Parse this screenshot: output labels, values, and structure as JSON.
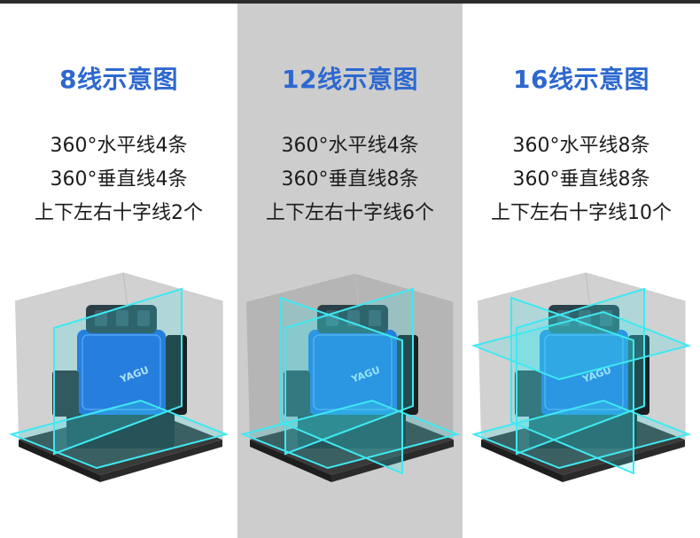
{
  "columns": [
    {
      "title": "8线示意图",
      "specs": [
        "360°水平线4条",
        "360°垂直线4条",
        "上下左右十字线2个"
      ],
      "planes": [
        "h-low",
        "v-front"
      ]
    },
    {
      "title": "12线示意图",
      "specs": [
        "360°水平线4条",
        "360°垂直线8条",
        "上下左右十字线6个"
      ],
      "planes": [
        "h-low",
        "v-front",
        "v-side"
      ]
    },
    {
      "title": "16线示意图",
      "specs": [
        "360°水平线8条",
        "360°垂直线8条",
        "上下左右十字线10个"
      ],
      "planes": [
        "h-low",
        "h-high",
        "v-front",
        "v-side"
      ]
    }
  ],
  "device_brand": "YAGU",
  "colors": {
    "title_blue": "#2d68cf",
    "laser_cyan": "#3fe9f2",
    "device_blue": "#1f62d8",
    "device_dark": "#2a3f47",
    "highlight_band": "#cdcdcd"
  }
}
